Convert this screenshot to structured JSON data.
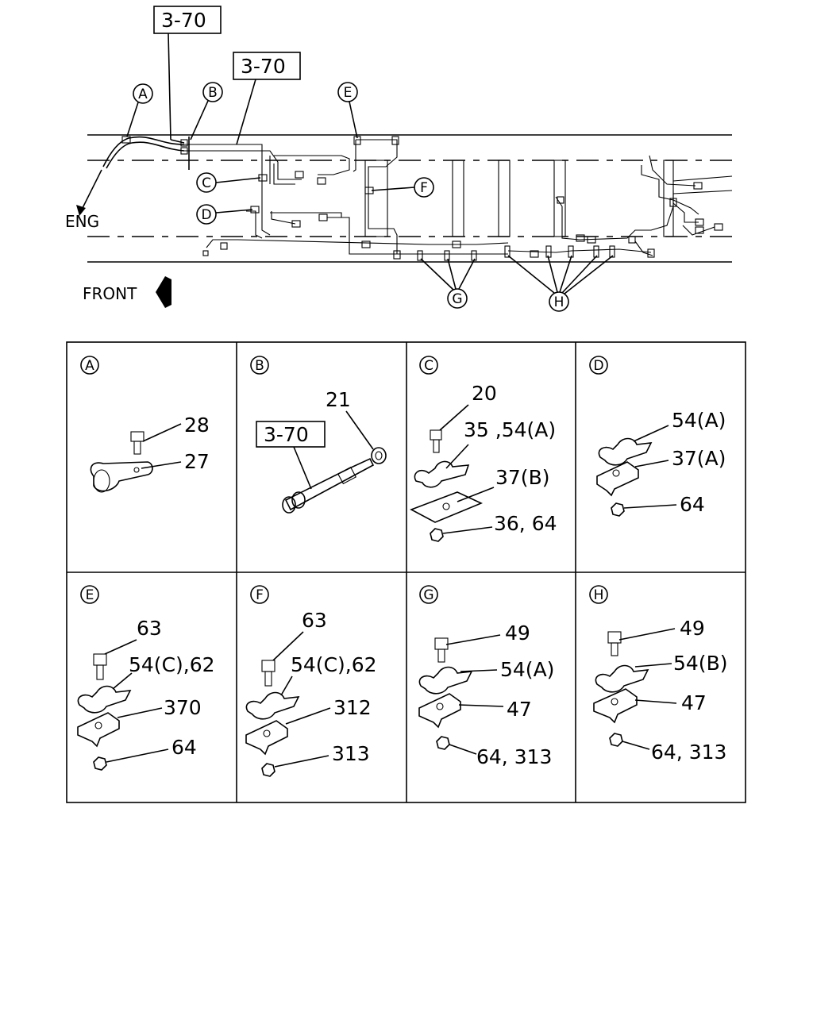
{
  "top_diagram": {
    "ref_box_1": "3-70",
    "ref_box_2": "3-70",
    "label_eng": "ENG",
    "label_front": "FRONT",
    "callouts": [
      "A",
      "B",
      "C",
      "D",
      "E",
      "F",
      "G",
      "H"
    ]
  },
  "panels": [
    {
      "letter": "A",
      "labels": [
        "28",
        "27"
      ]
    },
    {
      "letter": "B",
      "labels": [
        "21"
      ],
      "ref_box": "3-70"
    },
    {
      "letter": "C",
      "labels": [
        "20",
        "35 ,54(A)",
        "37(B)",
        "36, 64"
      ]
    },
    {
      "letter": "D",
      "labels": [
        "54(A)",
        "37(A)",
        "64"
      ]
    },
    {
      "letter": "E",
      "labels": [
        "63",
        "54(C),62",
        "370",
        "64"
      ]
    },
    {
      "letter": "F",
      "labels": [
        "63",
        "54(C),62",
        "312",
        "313"
      ]
    },
    {
      "letter": "G",
      "labels": [
        "49",
        "54(A)",
        "47",
        "64, 313"
      ]
    },
    {
      "letter": "H",
      "labels": [
        "49",
        "54(B)",
        "47",
        "64, 313"
      ]
    }
  ]
}
